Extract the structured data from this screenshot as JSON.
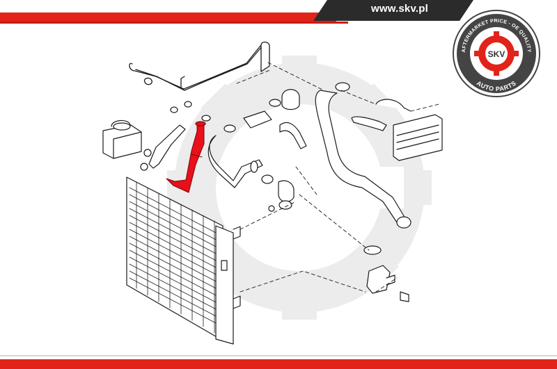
{
  "header": {
    "site_url": "www.skv.pl"
  },
  "seal": {
    "arc_top_text": "AFTERMARKET PRICE - OE QUALITY",
    "brand": "SKV",
    "arc_bottom_text": "AUTO PARTS"
  },
  "colors": {
    "accent_red": "#e2231a",
    "header_dark": "#2b2b2b",
    "line_art": "#1a1a1a",
    "highlighted_hose": "#e8101a",
    "watermark": "#e6e6e6"
  },
  "icons": {
    "watermark": "gear-watermark-icon",
    "seal": "skv-seal-icon"
  }
}
